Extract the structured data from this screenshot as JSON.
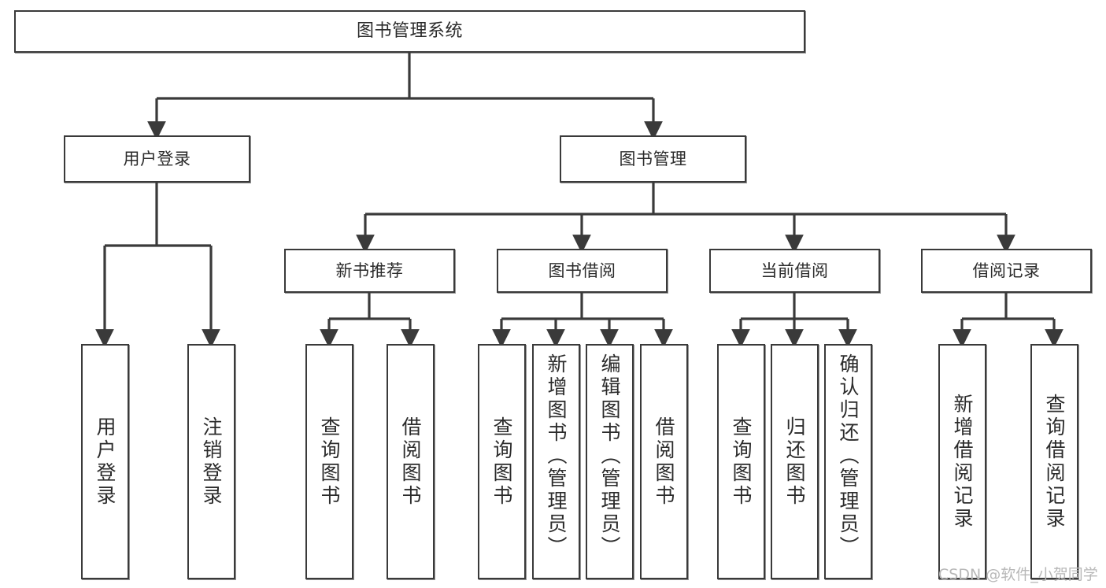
{
  "diagram": {
    "type": "tree-hierarchy",
    "title": "图书管理系统",
    "watermark": "CSDN @软件_小贺同学",
    "colors": {
      "box_border": "#3a3a3a",
      "box_fill": "#ffffff",
      "connector": "#3a3a3a",
      "text": "#2b2b2b",
      "watermark": "#b8b8b8",
      "background": "#ffffff"
    },
    "nodes": {
      "root": {
        "label": "图书管理系统"
      },
      "level1": [
        {
          "id": "user-login",
          "label": "用户登录"
        },
        {
          "id": "book-manage",
          "label": "图书管理"
        }
      ],
      "level2": [
        {
          "id": "new-book-recommend",
          "label": "新书推荐"
        },
        {
          "id": "book-borrow",
          "label": "图书借阅"
        },
        {
          "id": "current-borrow",
          "label": "当前借阅"
        },
        {
          "id": "borrow-record",
          "label": "借阅记录"
        }
      ],
      "leaves": {
        "user_login": [
          {
            "id": "leaf-user-login",
            "label": "用户登录"
          },
          {
            "id": "leaf-logout",
            "label": "注销登录"
          }
        ],
        "new_book_recommend": [
          {
            "id": "leaf-query-book-1",
            "label": "查询图书"
          },
          {
            "id": "leaf-borrow-book-1",
            "label": "借阅图书"
          }
        ],
        "book_borrow": [
          {
            "id": "leaf-query-book-2",
            "label": "查询图书"
          },
          {
            "id": "leaf-add-book",
            "label": "新增图书（管理员）"
          },
          {
            "id": "leaf-edit-book",
            "label": "编辑图书（管理员）"
          },
          {
            "id": "leaf-borrow-book-2",
            "label": "借阅图书"
          }
        ],
        "current_borrow": [
          {
            "id": "leaf-query-book-3",
            "label": "查询图书"
          },
          {
            "id": "leaf-return-book",
            "label": "归还图书"
          },
          {
            "id": "leaf-confirm-return",
            "label": "确认归还（管理员）"
          }
        ],
        "borrow_record": [
          {
            "id": "leaf-add-record",
            "label": "新增借阅记录"
          },
          {
            "id": "leaf-query-record",
            "label": "查询借阅记录"
          }
        ]
      }
    }
  }
}
